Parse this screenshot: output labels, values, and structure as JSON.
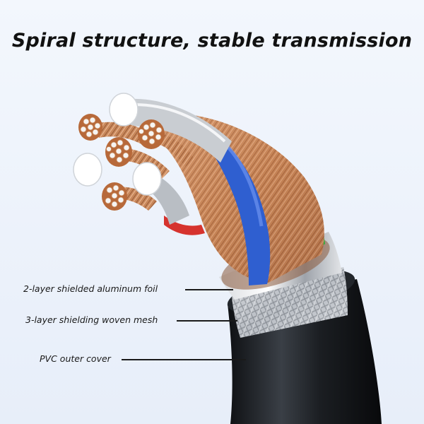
{
  "headline": "Spiral structure, stable transmission",
  "callouts": {
    "foil": "2-layer shielded aluminum foil",
    "mesh": "3-layer shielding woven mesh",
    "cover": "PVC outer cover"
  },
  "colors": {
    "background": "#eaf1fb",
    "copper": "#c98a5c",
    "jacket": "#1a1d21",
    "blue_insulation": "#2f5fd0",
    "green_insulation": "#2fae3a",
    "red_insulation": "#d6332e",
    "silver": "#c9cdd2"
  }
}
